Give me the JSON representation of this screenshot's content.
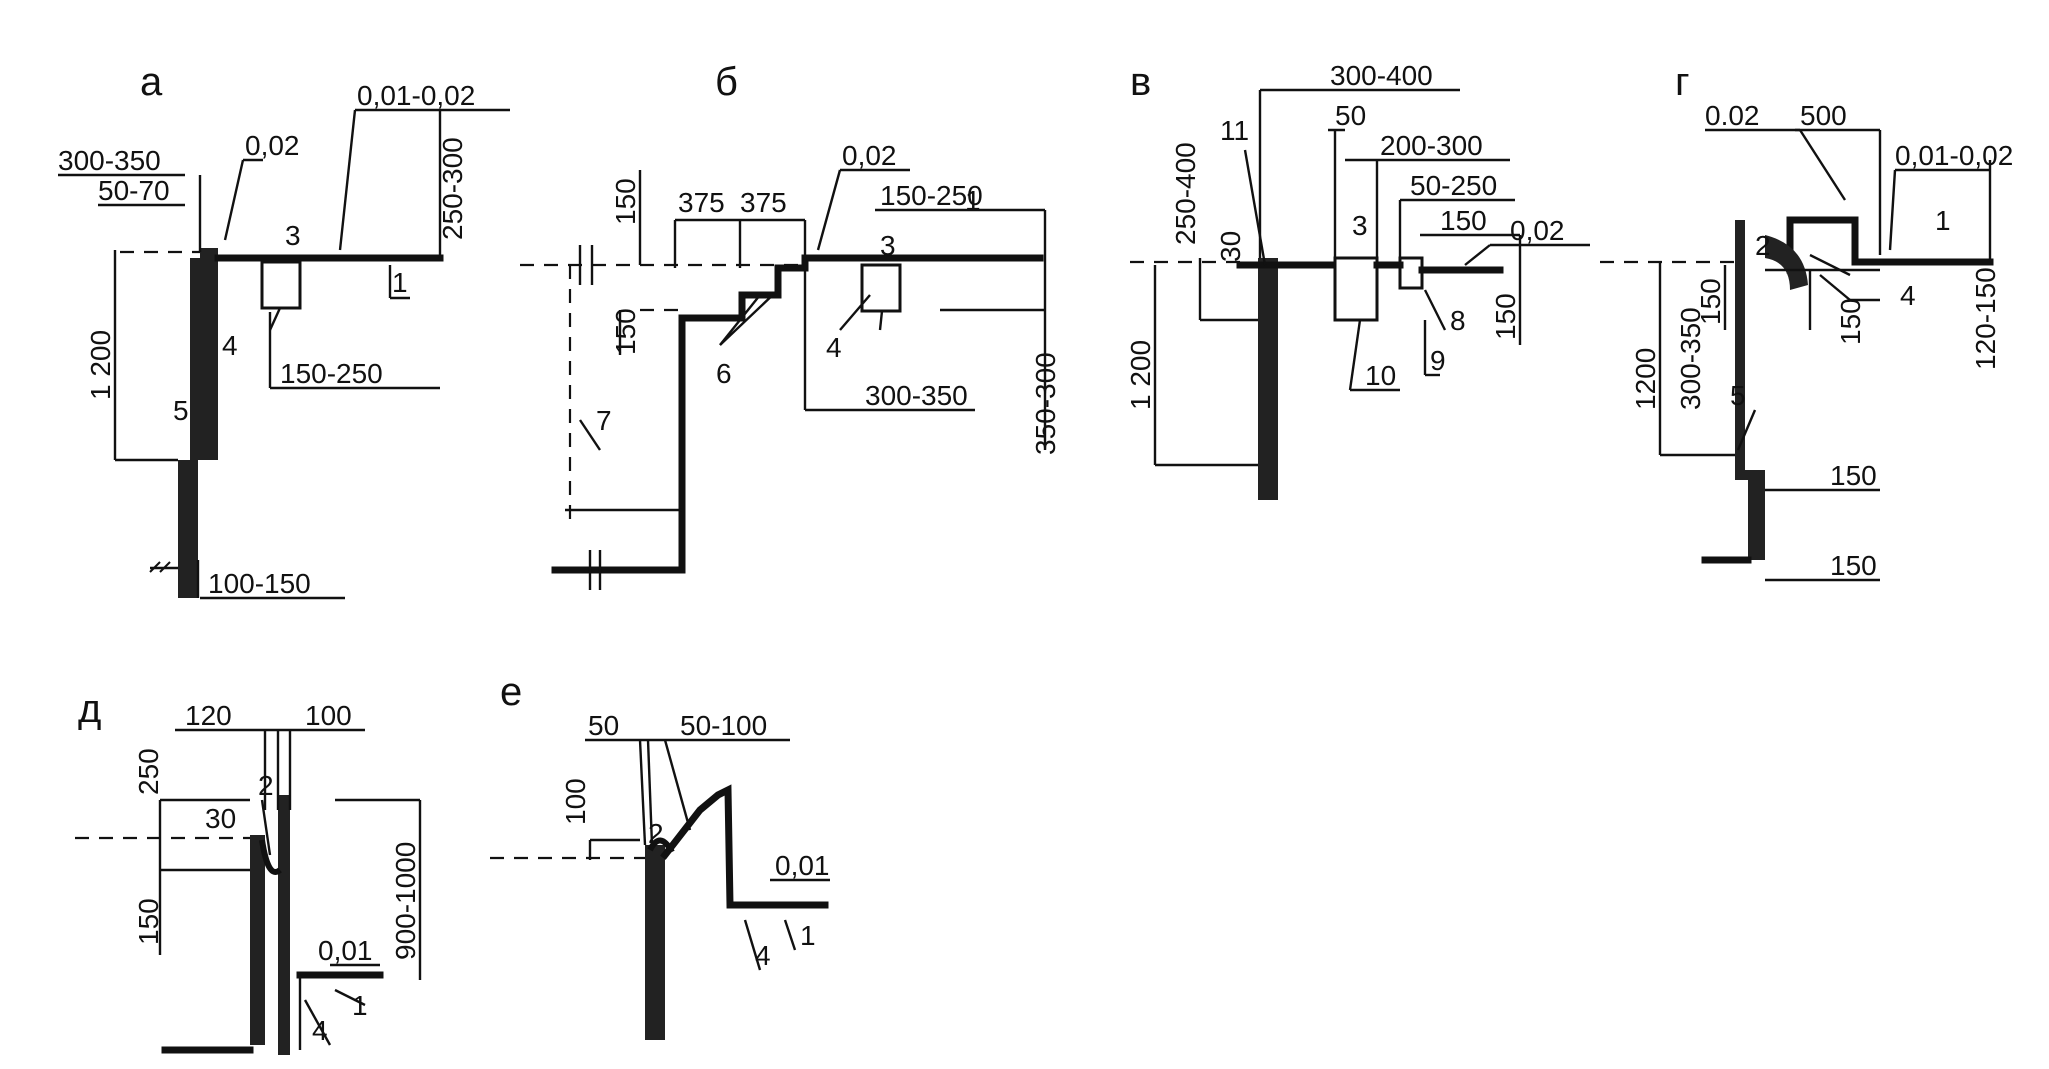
{
  "panels": {
    "a": {
      "letter": "а",
      "dims": [
        "300-350",
        "50-70",
        "0,02",
        "0,01-0,02",
        "250-300",
        "1 200",
        "150-250",
        "100-150"
      ],
      "labels": [
        "3",
        "1",
        "4",
        "5"
      ]
    },
    "b": {
      "letter": "б",
      "dims": [
        "150",
        "375",
        "375",
        "0,02",
        "150-250",
        "150",
        "300-350",
        "350-300"
      ],
      "labels": [
        "3",
        "1",
        "4",
        "6",
        "7"
      ]
    },
    "v": {
      "letter": "в",
      "dims": [
        "300-400",
        "50",
        "200-300",
        "50-250",
        "150",
        "0,02",
        "250-400",
        "30",
        "1 200",
        "150"
      ],
      "labels": [
        "11",
        "3",
        "8",
        "9",
        "10"
      ]
    },
    "g": {
      "letter": "г",
      "dims": [
        "0.02",
        "500",
        "0,01-0,02",
        "150",
        "300-350",
        "150",
        "1200",
        "120-150",
        "150",
        "150"
      ],
      "labels": [
        "2",
        "1",
        "4",
        "5"
      ]
    },
    "d": {
      "letter": "д",
      "dims": [
        "120",
        "100",
        "250",
        "30",
        "150",
        "0,01",
        "900-1000"
      ],
      "labels": [
        "2",
        "4",
        "1"
      ]
    },
    "e": {
      "letter": "е",
      "dims": [
        "50",
        "50-100",
        "100",
        "0,01"
      ],
      "labels": [
        "2",
        "4",
        "1"
      ]
    }
  }
}
